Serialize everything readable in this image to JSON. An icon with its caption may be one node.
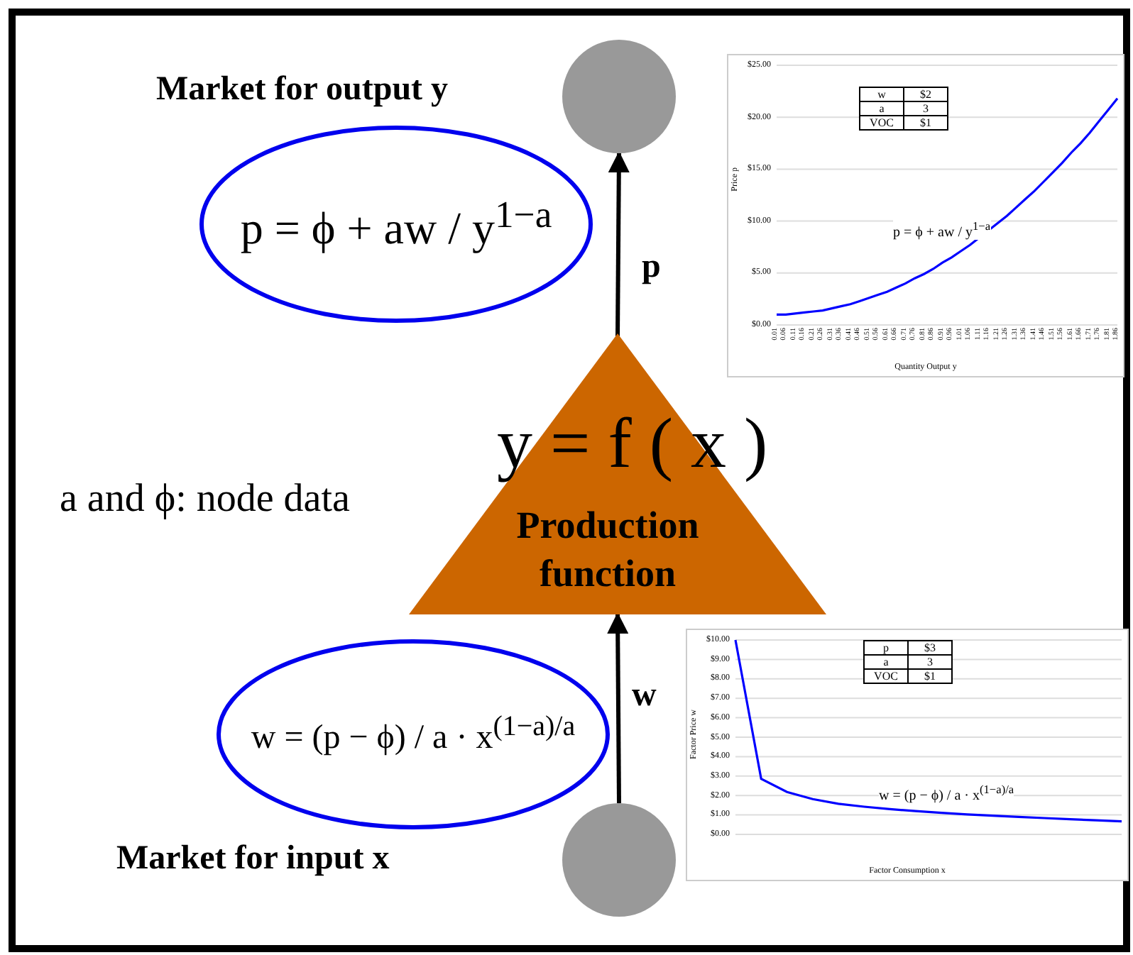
{
  "diagram": {
    "nodes": [
      {
        "text": [],
        "shape": "circle"
      },
      {
        "text": [
          "p = ϕ + aw / y$^{1−a}$"
        ]
      },
      {
        "text": [
          "y = f ( x )",
          "Production function"
        ]
      },
      {
        "text": [
          "w = (p − ϕ) / a · x$^{(1−a)/a}$"
        ]
      },
      {
        "text": [],
        "shape": "circle"
      }
    ],
    "edges": [
      {
        "from": 2,
        "to": 0,
        "arrow": "to",
        "label": "p"
      },
      {
        "from": 4,
        "to": 2,
        "arrow": "to",
        "label": "w"
      }
    ],
    "labels": [
      "Market for output y",
      "a and ϕ:  node data",
      "Market for input x"
    ],
    "chart_data": [
      {
        "type": "line",
        "xlabel": "Quantity Output y",
        "ylabel": "Price p",
        "categories": [
          "0.01",
          "0.06",
          "0.11",
          "0.16",
          "0.21",
          "0.26",
          "0.31",
          "0.36",
          "0.41",
          "0.46",
          "0.51",
          "0.56",
          "0.61",
          "0.66",
          "0.71",
          "0.76",
          "0.81",
          "0.86",
          "0.91",
          "0.96",
          "1.01",
          "1.06",
          "1.11",
          "1.16",
          "1.21",
          "1.26",
          "1.31",
          "1.36",
          "1.41",
          "1.46",
          "1.51",
          "1.56",
          "1.61",
          "1.66",
          "1.71",
          "1.76",
          "1.81",
          "1.86"
        ],
        "series": [
          {
            "color": "#0000ff",
            "values": [
              1.0,
              1.0,
              1.1,
              1.2,
              1.3,
              1.4,
              1.6,
              1.8,
              2.0,
              2.3,
              2.6,
              2.9,
              3.2,
              3.6,
              4.0,
              4.5,
              4.9,
              5.4,
              6.0,
              6.5,
              7.1,
              7.7,
              8.4,
              9.1,
              9.8,
              10.5,
              11.3,
              12.1,
              12.9,
              13.8,
              14.7,
              15.6,
              16.6,
              17.5,
              18.5,
              19.6,
              20.7,
              21.8
            ]
          }
        ],
        "ylim": [
          0,
          25
        ],
        "grid": true,
        "yticks": [
          {
            "value": 0,
            "label": "$0.00"
          },
          {
            "value": 5,
            "label": "$5.00"
          },
          {
            "value": 10,
            "label": "$10.00"
          },
          {
            "value": 15,
            "label": "$15.00"
          },
          {
            "value": 20,
            "label": "$20.00"
          },
          {
            "value": 25,
            "label": "$25.00"
          }
        ],
        "annotations": [
          "w",
          "$2",
          "a",
          "3",
          "VOC",
          "$1",
          "p = ϕ + aw / y$^{1−a}$"
        ]
      },
      {
        "type": "line",
        "xlabel": "Factor Consumption x",
        "ylabel": "Factor Price w",
        "series": [
          {
            "color": "#0000ff",
            "values": [
              10,
              2.86,
              2.18,
              1.82,
              1.58,
              1.42,
              1.3,
              1.2,
              1.11,
              1.03,
              0.96,
              0.9,
              0.84,
              0.78,
              0.72,
              0.67
            ]
          }
        ],
        "ylim": [
          0,
          10
        ],
        "grid": true,
        "yticks": [
          {
            "value": 0,
            "label": "$0.00"
          },
          {
            "value": 1,
            "label": "$1.00"
          },
          {
            "value": 2,
            "label": "$2.00"
          },
          {
            "value": 3,
            "label": "$3.00"
          },
          {
            "value": 4,
            "label": "$4.00"
          },
          {
            "value": 5,
            "label": "$5.00"
          },
          {
            "value": 6,
            "label": "$6.00"
          },
          {
            "value": 7,
            "label": "$7.00"
          },
          {
            "value": 8,
            "label": "$8.00"
          },
          {
            "value": 9,
            "label": "$9.00"
          },
          {
            "value": 10,
            "label": "$10.00"
          }
        ],
        "annotations": [
          "p",
          "$3",
          "a",
          "3",
          "VOC",
          "$1",
          "w = (p − ϕ) / a · x$^{(1−a)/a}$"
        ]
      }
    ]
  }
}
